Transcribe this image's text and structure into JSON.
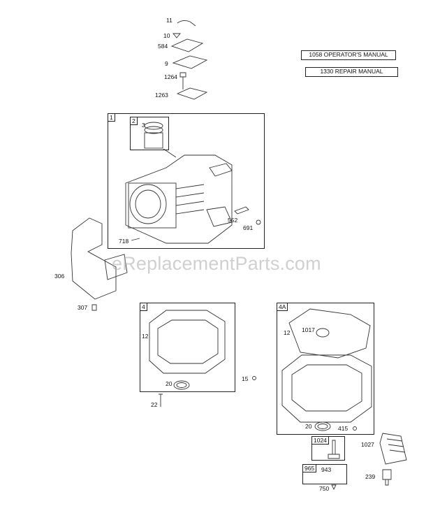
{
  "manuals": {
    "operators": "1058 OPERATOR'S MANUAL",
    "repair": "1330 REPAIR MANUAL"
  },
  "watermark": "eReplacementParts.com",
  "box_tags": {
    "cylinder": "1",
    "piston": "2",
    "sump_a": "4",
    "sump_b": "4A",
    "b1024": "1024",
    "b965": "965",
    "b943": "943"
  },
  "parts": {
    "p11": "11",
    "p10": "10",
    "p584": "584",
    "p9": "9",
    "p1264": "1264",
    "p1263": "1263",
    "p3": "3",
    "p552": "552",
    "p691": "691",
    "p718": "718",
    "p306": "306",
    "p307": "307",
    "p12a": "12",
    "p20a": "20",
    "p22": "22",
    "p15": "15",
    "p12b": "12",
    "p1017": "1017",
    "p20b": "20",
    "p415": "415",
    "p1027": "1027",
    "p239": "239",
    "p750": "750"
  }
}
